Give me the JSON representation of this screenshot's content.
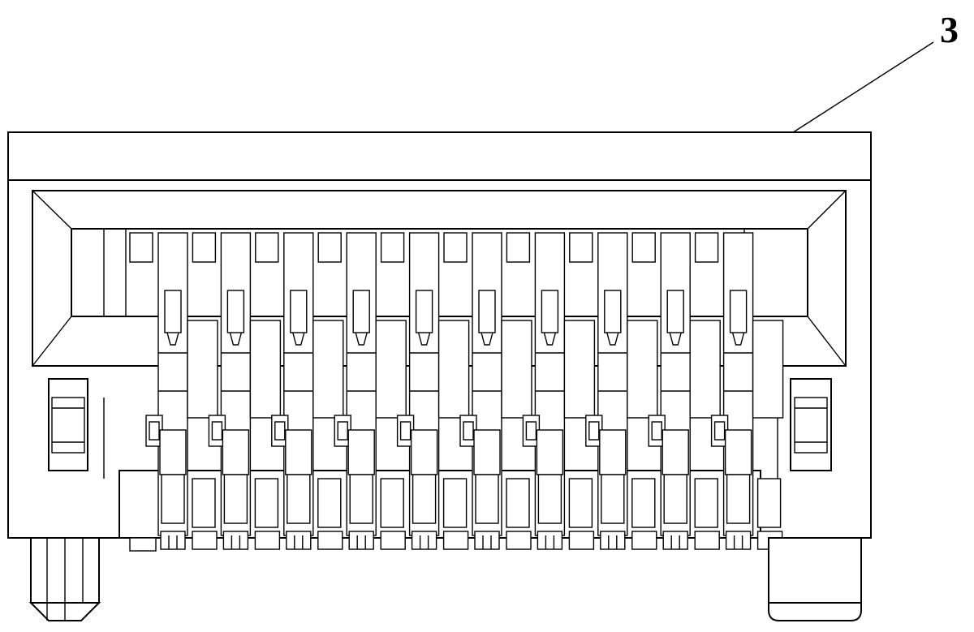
{
  "figure": {
    "callouts": [
      {
        "label": "3",
        "target": "connector-housing"
      }
    ],
    "parts": {
      "contact_count": 10,
      "mounting_posts": 2
    }
  }
}
